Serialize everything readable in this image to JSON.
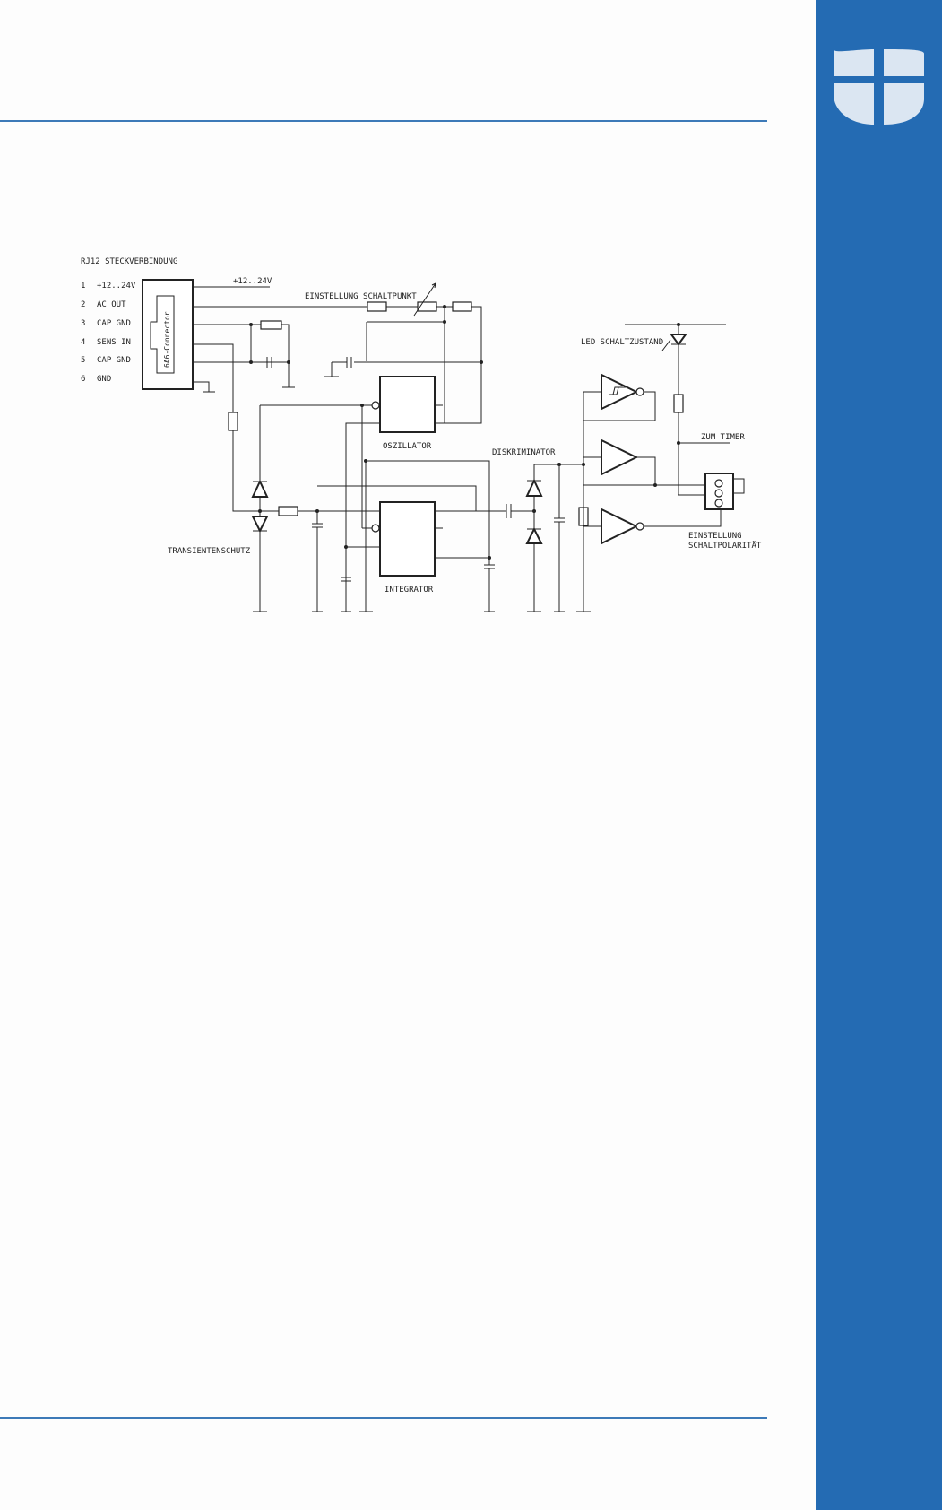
{
  "theme": {
    "accent": "#246bb3",
    "rule_color": "#3d7ab8",
    "logo_color": "#dbe6f2"
  },
  "schematic": {
    "header": "RJ12 STECKVERBINDUNG",
    "pins": [
      {
        "num": "1",
        "label": "+12..24V"
      },
      {
        "num": "2",
        "label": "AC OUT"
      },
      {
        "num": "3",
        "label": "CAP GND"
      },
      {
        "num": "4",
        "label": "SENS IN"
      },
      {
        "num": "5",
        "label": "CAP GND"
      },
      {
        "num": "6",
        "label": "GND"
      }
    ],
    "connector_label": "6A6-Connector",
    "supply_label": "+12..24V",
    "threshold_label": "EINSTELLUNG SCHALTPUNKT",
    "oscillator_label": "OSZILLATOR",
    "integrator_label": "INTEGRATOR",
    "discriminator_label": "DISKRIMINATOR",
    "transient_label": "TRANSIENTENSCHUTZ",
    "led_label": "LED SCHALTZUSTAND",
    "timer_label": "ZUM TIMER",
    "polarity_label_line1": "EINSTELLUNG",
    "polarity_label_line2": "SCHALTPOLARITÄT"
  }
}
